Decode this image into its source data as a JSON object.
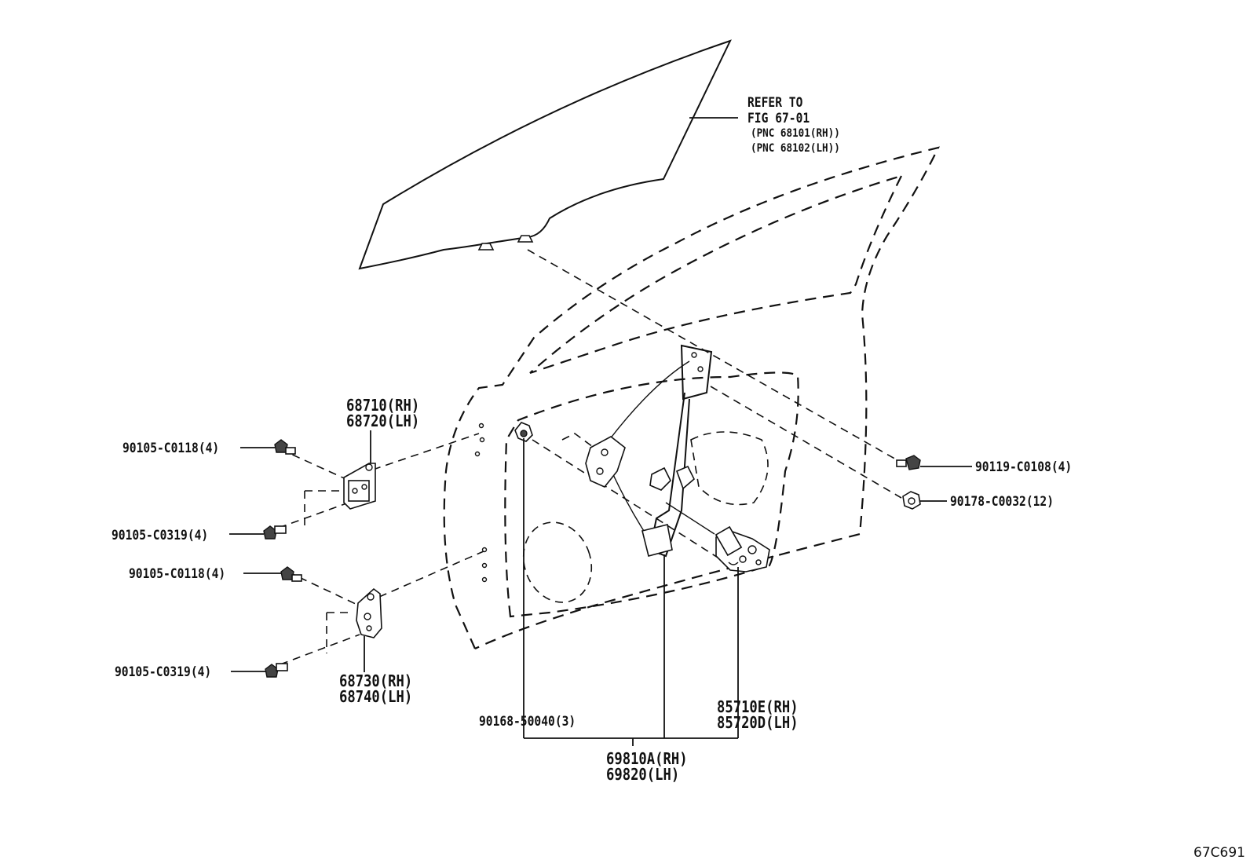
{
  "window_refer": {
    "line1": "REFER TO",
    "line2": "FIG 67-01",
    "line3": "(PNC 68101(RH))",
    "line4": "(PNC 68102(LH))"
  },
  "callouts": {
    "hinge_upper_rh": "68710(RH)",
    "hinge_upper_lh": "68720(LH)",
    "bolt_upper_a": "90105-C0118(4)",
    "bolt_upper_b": "90105-C0319(4)",
    "bolt_lower_a": "90105-C0118(4)",
    "bolt_lower_b": "90105-C0319(4)",
    "hinge_lower_rh": "68730(RH)",
    "hinge_lower_lh": "68740(LH)",
    "bolt_right": "90119-C0108(4)",
    "nut_right": "90178-C0032(12)",
    "bolt_center": "90168-50040(3)",
    "motor_rh": "85710E(RH)",
    "motor_lh": "85720D(LH)",
    "regulator_rh": "69810A(RH)",
    "regulator_lh": "69820(LH)"
  },
  "figure_code": "67C691",
  "icons": [
    "bolt-icon",
    "nut-icon",
    "hinge-icon",
    "regulator-icon",
    "motor-icon",
    "window-glass-icon",
    "door-panel-icon"
  ]
}
